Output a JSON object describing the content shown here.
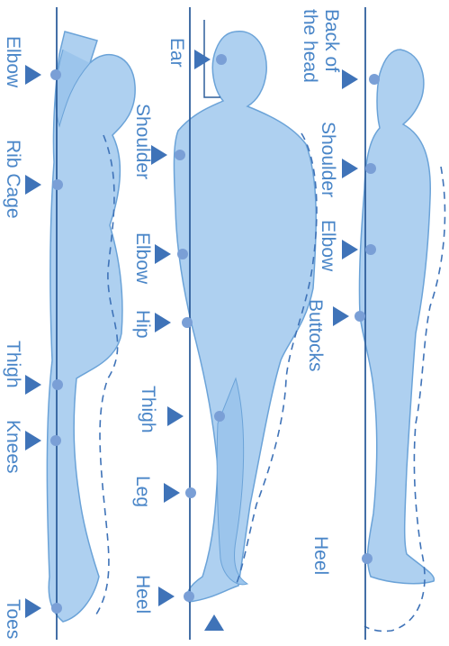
{
  "colors": {
    "figure_fill": "#aed0f0",
    "figure_outline": "#6ba3d8",
    "reference_line": "#2f5f9c",
    "dashed_outline": "#3f73b8",
    "marker_arrow": "#3f73b8",
    "point_dot": "#7a9fd6",
    "label_text": "#4a86c8"
  },
  "panels": {
    "left": {
      "labels": {
        "elbow": "Elbow",
        "rib_cage": "Rib Cage",
        "thigh": "Thigh",
        "knees": "Knees",
        "toes": "Toes"
      }
    },
    "middle": {
      "labels": {
        "ear": "Ear",
        "shoulder": "Shoulder",
        "elbow": "Elbow",
        "hip": "Hip",
        "thigh": "Thigh",
        "leg": "Leg",
        "heel": "Heel"
      }
    },
    "right": {
      "labels": {
        "back_of_head_line1": "Back of",
        "back_of_head_line2": "the head",
        "shoulder": "Shoulder",
        "elbow": "Elbow",
        "buttocks": "Buttocks",
        "heel": "Heel"
      }
    }
  }
}
